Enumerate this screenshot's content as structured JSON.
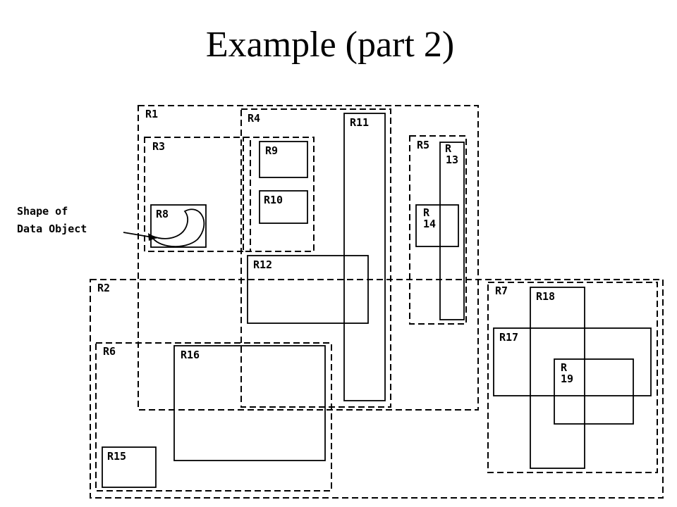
{
  "title": "Example (part 2)",
  "annotation": {
    "line1": "Shape of",
    "line2": "Data Object"
  },
  "regions": {
    "r1": "R1",
    "r2": "R2",
    "r3": "R3",
    "r4": "R4",
    "r5": "R5",
    "r6": "R6",
    "r7": "R7",
    "r8": "R8",
    "r9": "R9",
    "r10": "R10",
    "r11": "R11",
    "r12": "R12",
    "r13_a": "R",
    "r13_b": "13",
    "r14_a": "R",
    "r14_b": "14",
    "r15": "R15",
    "r16": "R16",
    "r17": "R17",
    "r18": "R18",
    "r19_a": "R",
    "r19_b": "19"
  }
}
